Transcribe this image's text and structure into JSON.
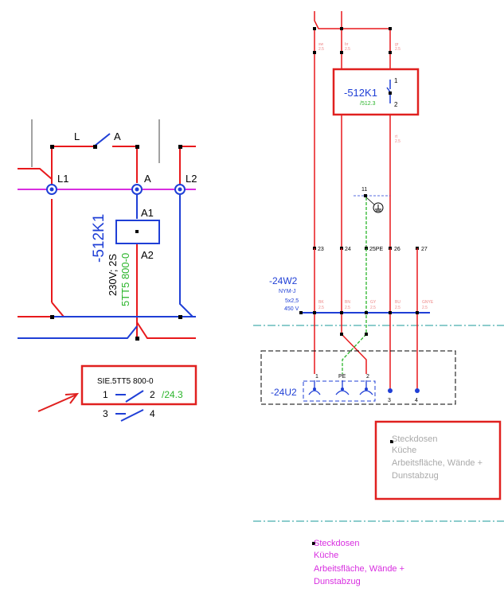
{
  "left_panel": {
    "labels": {
      "L": "L",
      "A_top": "A",
      "L1": "L1",
      "A_right": "A",
      "L2": "L2",
      "A1": "A1",
      "A2": "A2",
      "device": "-512K1",
      "voltage": "230V; 2S",
      "order": "5TT5 800-0"
    },
    "box": {
      "title": "SIE.5TT5 800-0",
      "c1": "1",
      "c2": "2",
      "ref": "/24.3",
      "c3": "3",
      "c4": "4"
    }
  },
  "right_panel": {
    "wire_labels_top": [
      "sw",
      "2.5",
      "br",
      "2.5",
      "gr",
      "2.5"
    ],
    "k1": {
      "name": "-512K1",
      "ref": "/512.3",
      "p1": "1",
      "p2": "2"
    },
    "wire_label_mid": [
      "rt",
      "2.5"
    ],
    "terminal_11": "11",
    "terminals": [
      "23",
      "24",
      "25PE",
      "26",
      "27"
    ],
    "cable": {
      "name": "-24W2",
      "type": "NYM-J",
      "size": "5x2,5",
      "voltage": "450 V"
    },
    "cores": [
      "BK",
      "2.5",
      "BN",
      "2.5",
      "GY",
      "2.5",
      "BU",
      "2.5",
      "GNYE",
      "2.5"
    ],
    "socket": {
      "name": "-24U2",
      "p1": "1",
      "pe": "PE",
      "p2": "2",
      "p3": "3",
      "p4": "4"
    },
    "grey_note": [
      "Steckdosen",
      "Küche",
      "Arbeitsfläche, Wände +",
      "Dunstabzug"
    ],
    "magenta_note": [
      "Steckdosen",
      "Küche",
      "Arbeitsfläche, Wände +",
      "Dunstabzug"
    ]
  },
  "colors": {
    "red": "#e8191c",
    "blue": "#1f3fd6",
    "magenta": "#d82ee0",
    "green": "#2bb52b",
    "teal": "#1a9a9a",
    "highlight": "#e0201f"
  }
}
